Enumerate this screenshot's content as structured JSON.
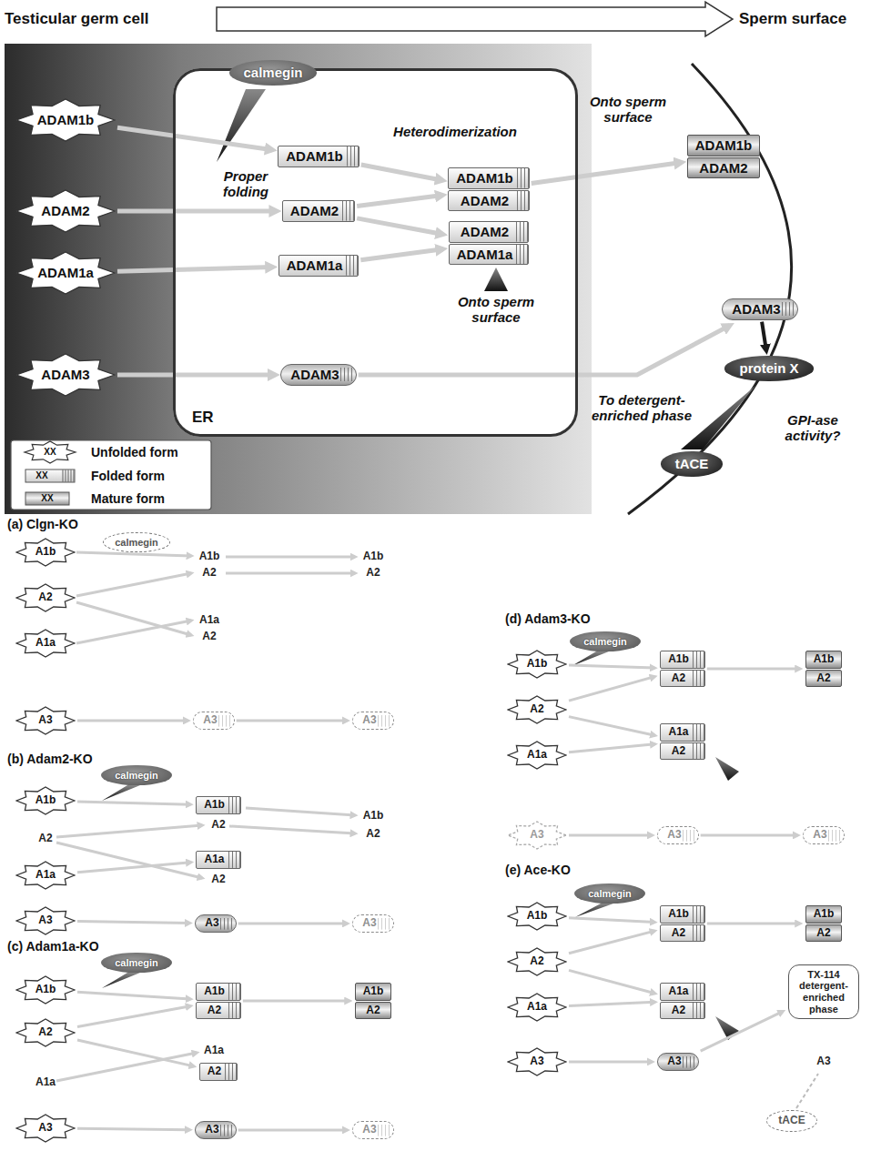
{
  "diagram": {
    "nodes": [
      {
        "text": [
          "calmegin"
        ]
      },
      {
        "text": [
          "ADAM1b"
        ]
      },
      {
        "text": [
          "ADAM2"
        ]
      },
      {
        "text": [
          "ADAM1a"
        ]
      },
      {
        "text": [
          "ADAM3"
        ]
      },
      {
        "text": [
          "ER"
        ]
      },
      {
        "text": [
          "ADAM1b"
        ],
        "in": 5
      },
      {
        "text": [
          "ADAM2"
        ],
        "in": 5
      },
      {
        "text": [
          "ADAM1a"
        ],
        "in": 5
      },
      {
        "text": [
          "ADAM3"
        ],
        "in": 5
      },
      {
        "text": [
          "ADAM1b",
          "ADAM2"
        ],
        "in": 5
      },
      {
        "text": [
          "ADAM2",
          "ADAM1a"
        ],
        "in": 5
      },
      {
        "text": [
          "ADAM1b",
          "ADAM2"
        ]
      },
      {
        "text": [
          "ADAM3"
        ]
      },
      {
        "text": [
          "protein X"
        ]
      },
      {
        "text": [
          "tACE"
        ]
      },
      {
        "text": [
          "calmegin"
        ]
      },
      {
        "text": [
          "A1b"
        ]
      },
      {
        "text": [
          "A2"
        ]
      },
      {
        "text": [
          "A1a"
        ]
      },
      {
        "text": [
          "A3"
        ]
      },
      {
        "text": [
          "A3"
        ]
      },
      {
        "text": [
          "A3"
        ]
      },
      {
        "text": [
          "calmegin"
        ]
      },
      {
        "text": [
          "A1b"
        ]
      },
      {
        "text": [
          "A1a"
        ]
      },
      {
        "text": [
          "A3"
        ]
      },
      {
        "text": [
          "A1b"
        ]
      },
      {
        "text": [
          "A1a"
        ]
      },
      {
        "text": [
          "A3"
        ]
      },
      {
        "text": [
          "A3"
        ]
      },
      {
        "text": [
          "calmegin"
        ]
      },
      {
        "text": [
          "A1b"
        ]
      },
      {
        "text": [
          "A2"
        ]
      },
      {
        "text": [
          "A3"
        ]
      },
      {
        "text": [
          "A1b",
          "A2"
        ]
      },
      {
        "text": [
          "A2"
        ]
      },
      {
        "text": [
          "A3"
        ]
      },
      {
        "text": [
          "A1b",
          "A2"
        ]
      },
      {
        "text": [
          "A3"
        ]
      },
      {
        "text": [
          "calmegin"
        ]
      },
      {
        "text": [
          "A1b"
        ]
      },
      {
        "text": [
          "A2"
        ]
      },
      {
        "text": [
          "A1a"
        ]
      },
      {
        "text": [
          "A3"
        ]
      },
      {
        "text": [
          "A1b",
          "A2"
        ]
      },
      {
        "text": [
          "A1a",
          "A2"
        ]
      },
      {
        "text": [
          "A3"
        ]
      },
      {
        "text": [
          "A1b",
          "A2"
        ]
      },
      {
        "text": [
          "A3"
        ]
      },
      {
        "text": [
          "calmegin"
        ]
      },
      {
        "text": [
          "A1b"
        ]
      },
      {
        "text": [
          "A2"
        ]
      },
      {
        "text": [
          "A1a"
        ]
      },
      {
        "text": [
          "A3"
        ]
      },
      {
        "text": [
          "A1b",
          "A2"
        ]
      },
      {
        "text": [
          "A1a",
          "A2"
        ]
      },
      {
        "text": [
          "A3"
        ]
      },
      {
        "text": [
          "A1b",
          "A2"
        ]
      },
      {
        "text": [
          "TX-114 detergent-enriched phase"
        ]
      },
      {
        "text": [
          "tACE"
        ]
      }
    ],
    "edges": [
      {
        "from": 1,
        "to": 6,
        "arrow": "to"
      },
      {
        "from": 2,
        "to": 7,
        "arrow": "to"
      },
      {
        "from": 3,
        "to": 8,
        "arrow": "to"
      },
      {
        "from": 4,
        "to": 9,
        "arrow": "to"
      },
      {
        "from": 6,
        "to": 10,
        "arrow": "to"
      },
      {
        "from": 7,
        "to": 10,
        "arrow": "to"
      },
      {
        "from": 7,
        "to": 11,
        "arrow": "to"
      },
      {
        "from": 8,
        "to": 11,
        "arrow": "to"
      },
      {
        "from": 10,
        "to": 12,
        "arrow": "to"
      },
      {
        "from": 9,
        "to": 13,
        "arrow": "to"
      },
      {
        "from": 13,
        "to": 14,
        "arrow": "to"
      },
      {
        "from": 20,
        "to": 21,
        "arrow": "to"
      },
      {
        "from": 21,
        "to": 22,
        "arrow": "to"
      },
      {
        "from": 24,
        "to": 27,
        "arrow": "to"
      },
      {
        "from": 25,
        "to": 28,
        "arrow": "to"
      },
      {
        "from": 26,
        "to": 29,
        "arrow": "to"
      },
      {
        "from": 29,
        "to": 30,
        "arrow": "to"
      },
      {
        "from": 32,
        "to": 35,
        "arrow": "to"
      },
      {
        "from": 33,
        "to": 35,
        "arrow": "to"
      },
      {
        "from": 33,
        "to": 36,
        "arrow": "to"
      },
      {
        "from": 34,
        "to": 37,
        "arrow": "to"
      },
      {
        "from": 35,
        "to": 38,
        "arrow": "to"
      },
      {
        "from": 37,
        "to": 39,
        "arrow": "to"
      },
      {
        "from": 41,
        "to": 45,
        "arrow": "to"
      },
      {
        "from": 42,
        "to": 45,
        "arrow": "to"
      },
      {
        "from": 42,
        "to": 46,
        "arrow": "to"
      },
      {
        "from": 43,
        "to": 46,
        "arrow": "to"
      },
      {
        "from": 44,
        "to": 47,
        "arrow": "to"
      },
      {
        "from": 45,
        "to": 48,
        "arrow": "to"
      },
      {
        "from": 47,
        "to": 49,
        "arrow": "to"
      },
      {
        "from": 51,
        "to": 55,
        "arrow": "to"
      },
      {
        "from": 52,
        "to": 55,
        "arrow": "to"
      },
      {
        "from": 52,
        "to": 56,
        "arrow": "to"
      },
      {
        "from": 53,
        "to": 56,
        "arrow": "to"
      },
      {
        "from": 54,
        "to": 57,
        "arrow": "to"
      },
      {
        "from": 55,
        "to": 58,
        "arrow": "to"
      },
      {
        "from": 57,
        "to": 59,
        "arrow": "to"
      }
    ],
    "labels": [
      "Testicular germ cell",
      "Sperm surface",
      "Heterodimerization",
      "Proper folding",
      "Onto sperm surface",
      "Onto sperm surface",
      "To detergent-enriched phase",
      "GPI-ase activity?",
      "XX",
      "XX",
      "XX",
      "(a) Clgn-KO",
      "A1b",
      "A2",
      "A1a",
      "A2",
      "A1b",
      "A2",
      "(b) Adam2-KO",
      "A2",
      "A2",
      "A2",
      "A1b",
      "A2",
      "(c) Adam1a-KO",
      "A1a",
      "A1a",
      "(d) Adam3-KO",
      "(e) Ace-KO",
      "A3"
    ],
    "legend": [
      {
        "text": "Unfolded form"
      },
      {
        "text": "Folded form"
      },
      {
        "text": "Mature form"
      }
    ]
  }
}
